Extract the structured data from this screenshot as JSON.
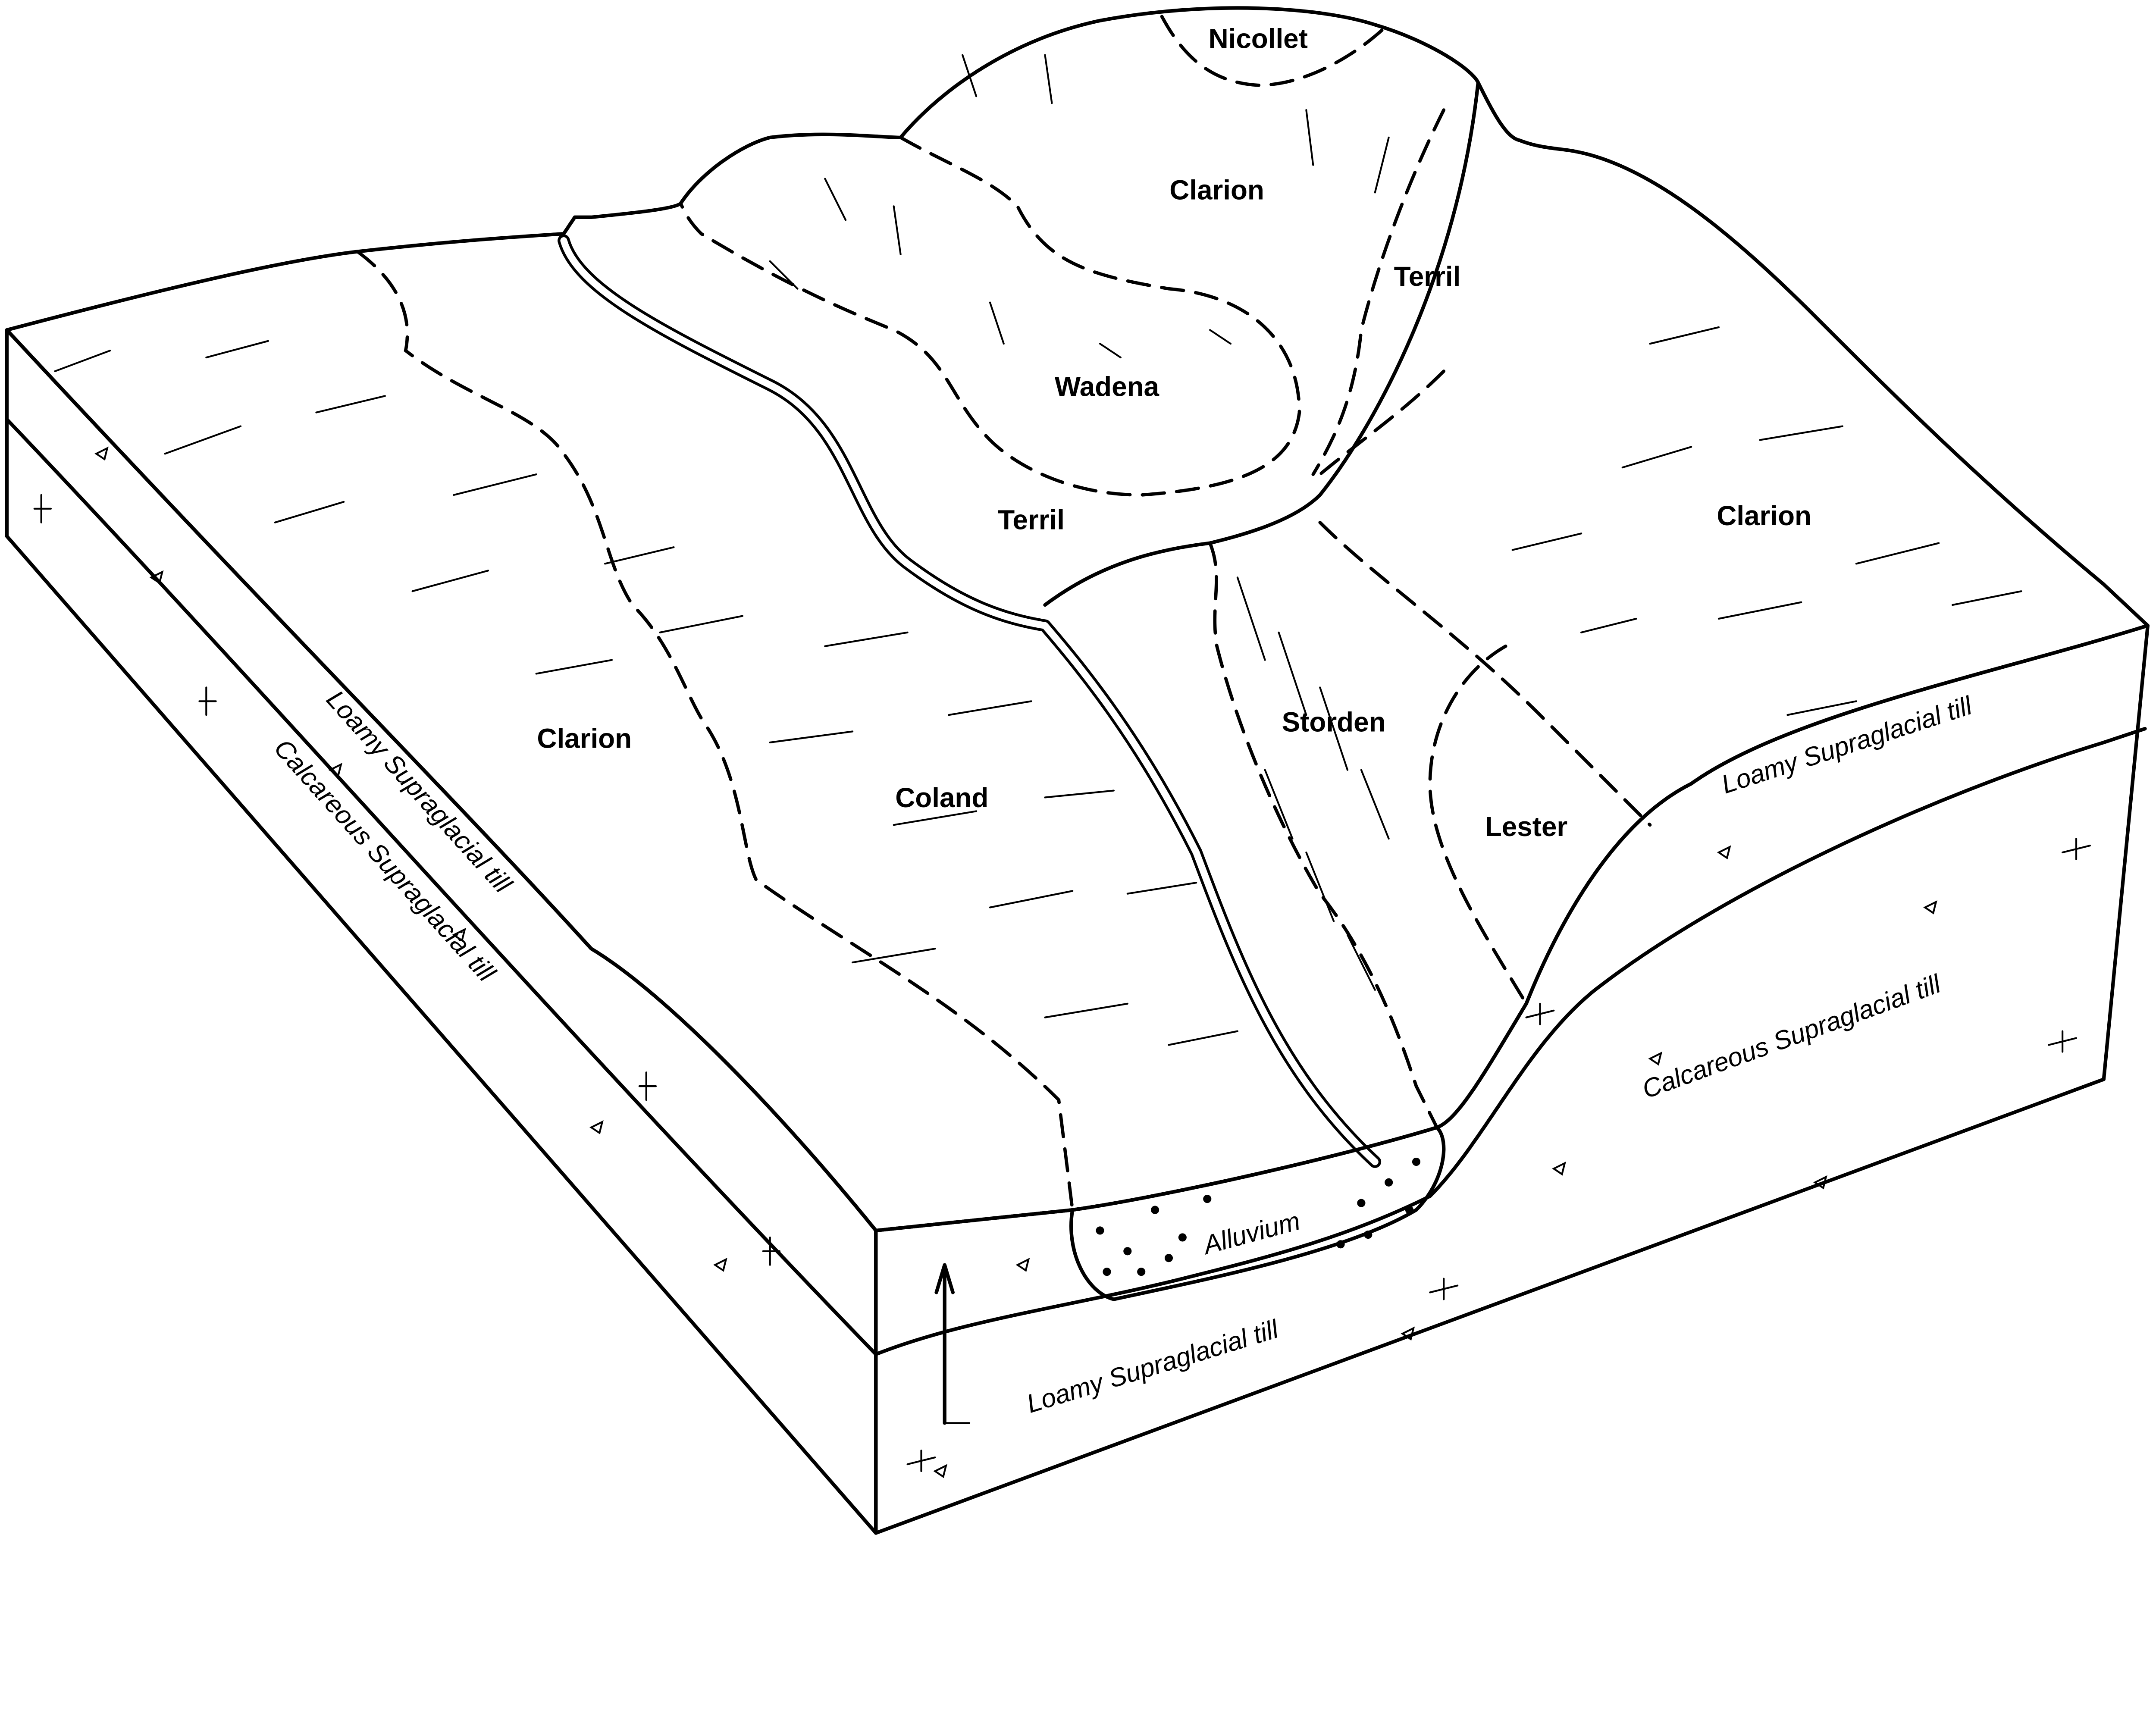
{
  "soil_labels": {
    "nicollet": "Nicollet",
    "clarion_top": "Clarion",
    "terril_upper": "Terril",
    "wadena": "Wadena",
    "terril_lower": "Terril",
    "clarion_right": "Clarion",
    "clarion_left": "Clarion",
    "coland": "Coland",
    "storden": "Storden",
    "lester": "Lester",
    "alluvium": "Alluvium"
  },
  "layer_labels": {
    "left_loamy": "Loamy Supraglacial till",
    "left_calcareous": "Calcareous Supraglacial till",
    "right_loamy": "Loamy Supraglacial till",
    "right_calcareous": "Calcareous Supraglacial till",
    "front_loamy": "Loamy Supraglacial till"
  }
}
